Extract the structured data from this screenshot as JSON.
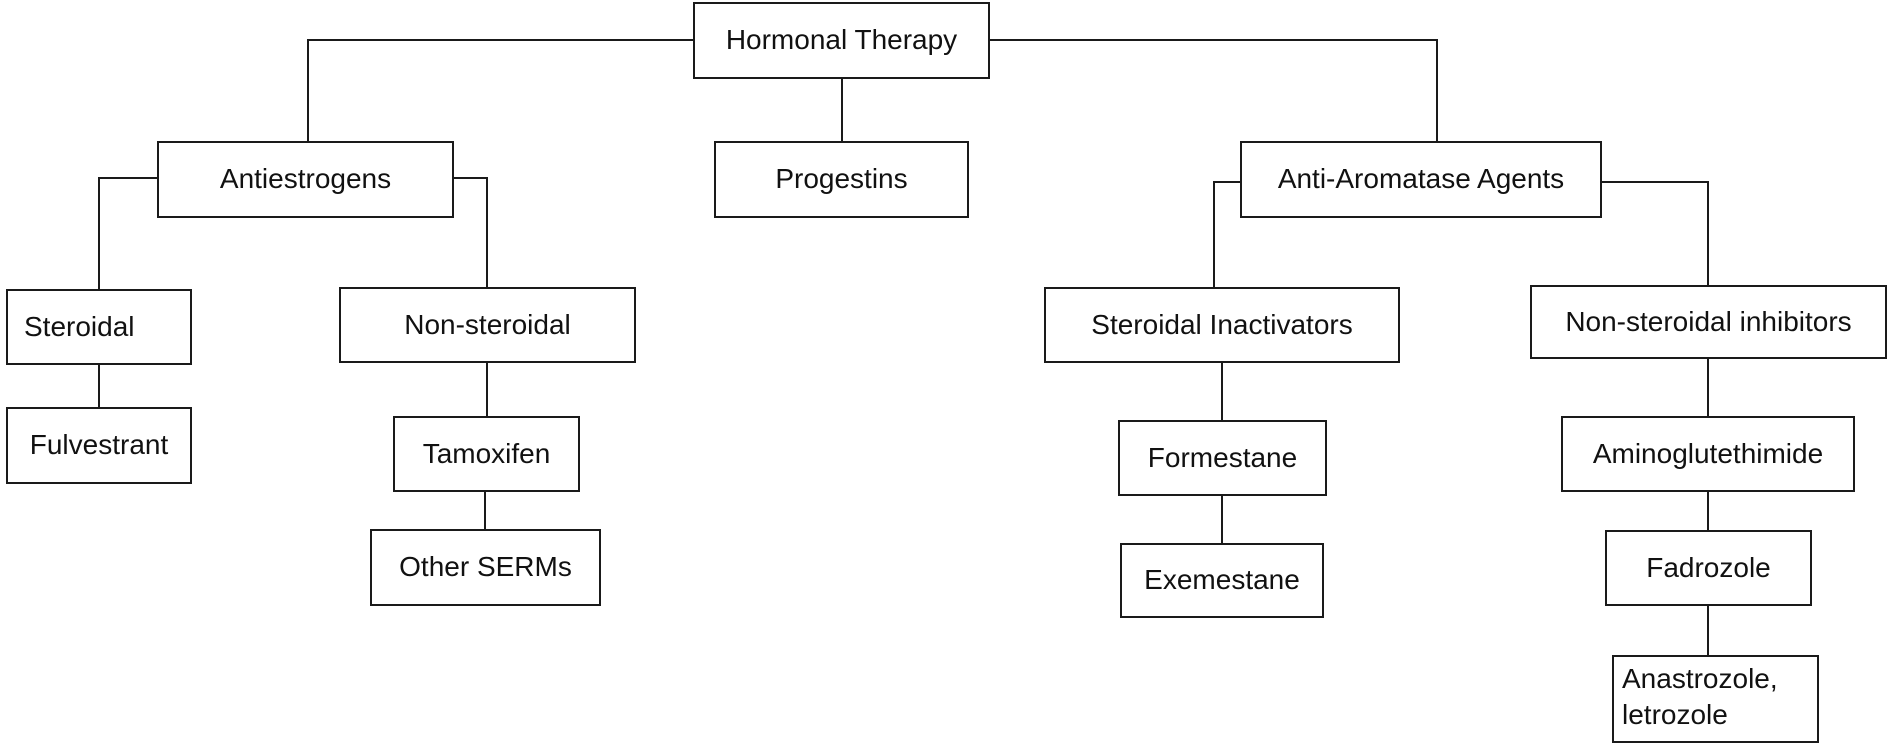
{
  "diagram": {
    "nodes": {
      "hormonal_therapy": "Hormonal Therapy",
      "antiestrogens": "Antiestrogens",
      "progestins": "Progestins",
      "anti_aromatase_agents": "Anti-Aromatase Agents",
      "steroidal": "Steroidal",
      "non_steroidal": "Non-steroidal",
      "fulvestrant": "Fulvestrant",
      "tamoxifen": "Tamoxifen",
      "other_serms": "Other SERMs",
      "steroidal_inactivators": "Steroidal Inactivators",
      "non_steroidal_inhibitors": "Non-steroidal inhibitors",
      "formestane": "Formestane",
      "exemestane": "Exemestane",
      "aminoglutethimide": "Aminoglutethimide",
      "fadrozole": "Fadrozole",
      "anastrozole_letrozole": "Anastrozole, letrozole"
    },
    "edges": [
      [
        "hormonal_therapy",
        "antiestrogens"
      ],
      [
        "hormonal_therapy",
        "progestins"
      ],
      [
        "hormonal_therapy",
        "anti_aromatase_agents"
      ],
      [
        "antiestrogens",
        "steroidal"
      ],
      [
        "antiestrogens",
        "non_steroidal"
      ],
      [
        "steroidal",
        "fulvestrant"
      ],
      [
        "non_steroidal",
        "tamoxifen"
      ],
      [
        "tamoxifen",
        "other_serms"
      ],
      [
        "anti_aromatase_agents",
        "steroidal_inactivators"
      ],
      [
        "anti_aromatase_agents",
        "non_steroidal_inhibitors"
      ],
      [
        "steroidal_inactivators",
        "formestane"
      ],
      [
        "formestane",
        "exemestane"
      ],
      [
        "non_steroidal_inhibitors",
        "aminoglutethimide"
      ],
      [
        "aminoglutethimide",
        "fadrozole"
      ],
      [
        "fadrozole",
        "anastrozole_letrozole"
      ]
    ],
    "colors": {
      "line": "#1a1a1a",
      "box_border": "#1a1a1a",
      "text": "#111111",
      "background": "#ffffff"
    }
  }
}
